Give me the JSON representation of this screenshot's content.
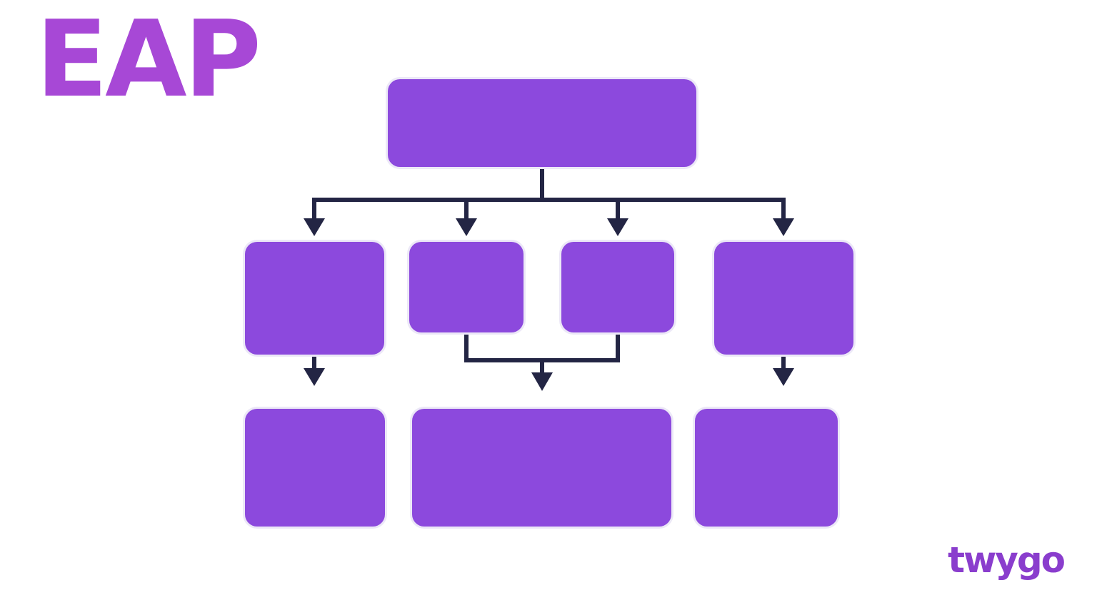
{
  "title": {
    "text": "EAP"
  },
  "brand": {
    "text": "twygo"
  },
  "colors": {
    "bg": "#ffffff",
    "box": "#8C49DD",
    "box-ring": "#ece8f7",
    "line": "#232544",
    "title": "#A748D6",
    "brand": "#8A3DCD"
  },
  "diagram": {
    "type": "flowchart",
    "direction": "top-down",
    "nodes": [
      {
        "id": "root",
        "label": "",
        "level": 1
      },
      {
        "id": "branch-1",
        "label": "",
        "level": 2
      },
      {
        "id": "branch-2",
        "label": "",
        "level": 2
      },
      {
        "id": "branch-3",
        "label": "",
        "level": 2
      },
      {
        "id": "branch-4",
        "label": "",
        "level": 2
      },
      {
        "id": "leaf-1",
        "label": "",
        "level": 3
      },
      {
        "id": "leaf-2",
        "label": "",
        "level": 3
      },
      {
        "id": "leaf-3",
        "label": "",
        "level": 3
      }
    ],
    "edges": [
      {
        "from": "root",
        "to": "branch-1",
        "arrow": true
      },
      {
        "from": "root",
        "to": "branch-2",
        "arrow": true
      },
      {
        "from": "root",
        "to": "branch-3",
        "arrow": true
      },
      {
        "from": "root",
        "to": "branch-4",
        "arrow": true
      },
      {
        "from": "branch-1",
        "to": "leaf-1",
        "arrow": true
      },
      {
        "from": "branch-2",
        "to": "leaf-2",
        "arrow": true,
        "merged_with": "branch-3"
      },
      {
        "from": "branch-3",
        "to": "leaf-2",
        "arrow": true,
        "merged_with": "branch-2"
      },
      {
        "from": "branch-4",
        "to": "leaf-3",
        "arrow": true
      }
    ]
  }
}
